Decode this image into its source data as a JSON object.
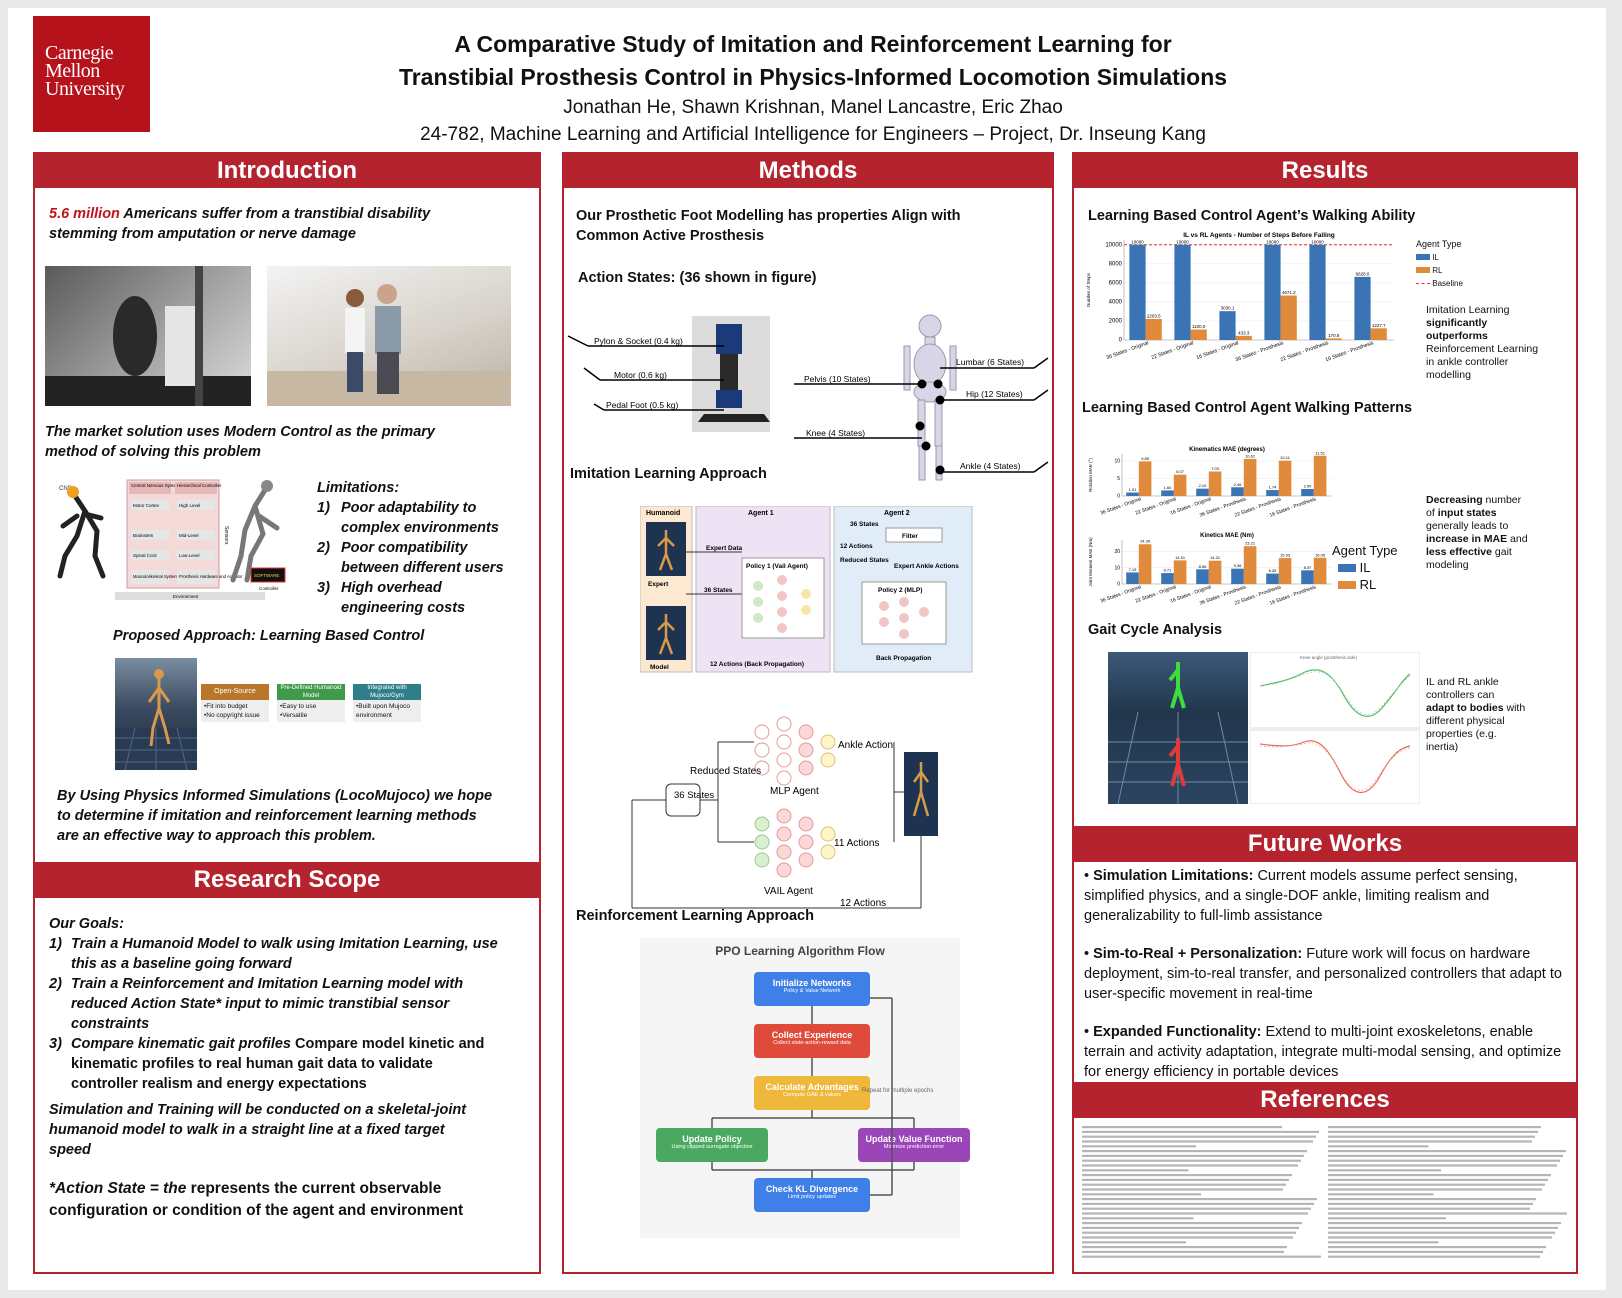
{
  "header": {
    "logo_line1": "Carnegie",
    "logo_line2": "Mellon",
    "logo_line3": "University",
    "title_line1": "A Comparative Study of Imitation and Reinforcement Learning for",
    "title_line2": "Transtibial Prosthesis Control in Physics-Informed Locomotion Simulations",
    "authors": "Jonathan He, Shawn Krishnan, Manel Lancastre, Eric Zhao",
    "course": "24-782, Machine Learning and Artificial Intelligence for Engineers – Project, Dr. Inseung Kang"
  },
  "intro": {
    "heading": "Introduction",
    "stat": "5.6 million",
    "stat_text_1": " Americans suffer from a transtibial disability",
    "stat_text_2": "stemming from amputation or nerve damage",
    "market_1": "The market solution uses Modern Control as the primary",
    "market_2": "method of solving this problem",
    "limitations_title": "Limitations:",
    "limitations": [
      {
        "n": "1)",
        "l1": "Poor adaptability to",
        "l2": "complex environments"
      },
      {
        "n": "2)",
        "l1": " Poor compatibility",
        "l2": "between different users"
      },
      {
        "n": "3)",
        "l1": "High overhead",
        "l2": "engineering costs"
      }
    ],
    "diagram_labels": {
      "cns": "CNS",
      "central": "Central Nervous System",
      "hier": "Hierarchical Controller",
      "motor_cortex": "Motor Cortex",
      "brainstem": "Brainstem",
      "spinal": "Spinal Cord",
      "high": "High Level",
      "mid": "Mid-Level",
      "low": "Low-Level",
      "musculo": "Musculoskeletal System",
      "prosthesis": "Prosthesis Hardware and Actuator",
      "environment": "Environment",
      "sensors": "Sensors",
      "software": "SOFTWARE",
      "controller": "Controller"
    },
    "proposed": "Proposed Approach: Learning Based Control",
    "tags": [
      {
        "title": "Open-Source",
        "b1": "•Fit into budget",
        "b2": "•No copyright issue",
        "color": "#b8772a"
      },
      {
        "title": "Pre-Defined Humanoid Model",
        "b1": "•Easy to use",
        "b2": "•Versatile",
        "color": "#3f9b4a"
      },
      {
        "title": "Integrated with Mujoco/Gym",
        "b1": "•Built upon Mujoco",
        "b2": "environment",
        "color": "#2f7f8a"
      }
    ],
    "closing_1": "By Using  Physics Informed Simulations (LocoMujoco) we hope",
    "closing_2": "to determine if imitation and reinforcement learning methods",
    "closing_3": "are an effective way to approach this problem."
  },
  "scope": {
    "heading": "Research Scope",
    "goals_title": "Our Goals:",
    "goals": [
      {
        "n": "1)",
        "l1": "Train a Humanoid Model to walk using Imitation Learning, use",
        "l2": "this as a baseline going forward",
        "l3": ""
      },
      {
        "n": "2)",
        "l1": "Train a Reinforcement and Imitation Learning model with",
        "l2": "reduced Action State*  input to mimic  transtibial sensor",
        "l3": "constraints"
      }
    ],
    "goal3_n": "3)",
    "goal3_bi": "Compare kinematic gait profiles",
    "goal3_rest": " Compare model kinetic and",
    "goal3_l2": "kinematic profiles to real human gait data to validate",
    "goal3_l3": "controller realism and energy expectations",
    "sim_1": "Simulation  and Training will be conducted on a skeletal-joint",
    "sim_2": "humanoid model to walk in a straight line at a fixed target",
    "sim_3": "speed",
    "def_bi": "*Action State = the",
    "def_b": " represents the current observable",
    "def_b2": "configuration or condition of the agent and environment"
  },
  "methods": {
    "heading": "Methods",
    "intro_1": "Our Prosthetic Foot Modelling has properties Align with",
    "intro_2": "Common Active Prosthesis",
    "action_states": "Action States: (36 shown in figure)",
    "foot_labels": [
      "Pylon & Socket (0.4 kg)",
      "Motor (0.6 kg)",
      "Pedal Foot (0.5 kg)"
    ],
    "body_labels": [
      "Pelvis (10 States)",
      "Knee (4 States)",
      "Lumbar (6 States)",
      "Hip (12 States)",
      "Ankle (4 States)"
    ],
    "il_title": "Imitation Learning Approach",
    "il_diagram": {
      "humanoid": "Humanoid",
      "agent1": "Agent 1",
      "agent2": "Agent 2",
      "expert": "Expert",
      "model": "Model",
      "expert_data": "Expert Data",
      "states36": "36 States",
      "policy1": "Policy 1 (Vail Agent)",
      "actions12": "12 Actions (Back Propagation)",
      "a2_36": "36 States",
      "filter": "Filter",
      "a2_12": "12 Actions",
      "reduced": "Reduced States",
      "expert_ankle": "Expert Ankle Actions",
      "policy2": "Policy 2 (MLP)",
      "backprop": "Back Propagation"
    },
    "mlp_diagram": {
      "ankle_action": "Ankle Action",
      "reduced_states": "Reduced States",
      "mlp_agent": "MLP Agent",
      "states_box": "36 States",
      "actions11": "11 Actions",
      "vail_agent": "VAIL Agent",
      "actions12": "12 Actions"
    },
    "rl_title": "Reinforcement Learning Approach",
    "ppo": {
      "title": "PPO Learning Algorithm Flow",
      "init": "Initialize Networks",
      "init_sub": "Policy & Value Network",
      "collect": "Collect Experience",
      "collect_sub": "Collect state-action-reward data",
      "adv": "Calculate Advantages",
      "adv_sub": "Compute GAE & values",
      "repeat": "Repeat for multiple epochs",
      "update_policy": "Update Policy",
      "update_policy_sub": "Using clipped surrogate objective",
      "update_value": "Update Value Function",
      "update_value_sub": "Minimize prediction error",
      "kl": "Check KL Divergence",
      "kl_sub": "Limit policy updates"
    }
  },
  "results": {
    "heading": "Results",
    "h1": "Learning Based Control Agent’s Walking Ability",
    "legend_title": "Agent Type",
    "legend_il": "IL",
    "legend_rl": "RL",
    "legend_base": "Baseline",
    "note1": [
      "Imitation Learning",
      "significantly",
      "outperforms",
      "Reinforcement Learning",
      "in ankle controller",
      "modelling"
    ],
    "h2": "Learning Based Control Agent Walking Patterns",
    "note2": [
      "Decreasing",
      " number",
      "of ",
      "input states",
      "generally leads to",
      "increase in MAE",
      " and",
      "less effective",
      " gait",
      "modeling"
    ],
    "legend2_title": "Agent Type",
    "h3": "Gait Cycle Analysis",
    "gait_plot_title": "Knee angle (prosthesis side)",
    "note3": [
      "IL and RL ankle",
      "controllers can",
      "adapt to bodies",
      " with",
      "different physical",
      "properties (e.g.",
      "inertia)"
    ]
  },
  "chart_data": [
    {
      "type": "bar",
      "title": "IL vs RL Agents - Number of Steps Before Falling",
      "ylabel": "Number of Steps",
      "categories": [
        "36 States - Original",
        "22 States - Original",
        "16 States - Original",
        "36 States - Prosthesis",
        "22 States - Prosthesis",
        "16 States - Prosthesis"
      ],
      "series": [
        {
          "name": "IL",
          "values": [
            10000,
            10000,
            3030.1,
            10000,
            10000,
            6628.0
          ]
        },
        {
          "name": "RL",
          "values": [
            2203.5,
            1100.0,
            433.3,
            4671.2,
            170.8,
            1227.7
          ]
        }
      ],
      "bar_labels_il": [
        "10000",
        "10000",
        "3030.1",
        "10000",
        "10000",
        "6628.0"
      ],
      "bar_labels_rl": [
        "2203.5",
        "1100.0",
        "433.3",
        "4671.2",
        "170.8",
        "1227.7"
      ],
      "baseline": 10000,
      "yticks": [
        0,
        2000,
        4000,
        6000,
        8000,
        10000
      ],
      "ylim": [
        0,
        10500
      ]
    },
    {
      "type": "bar",
      "title": "Kinematics MAE (degrees)",
      "ylabel": "Rotation MAE (°)",
      "categories": [
        "36 States - Original",
        "22 States - Original",
        "16 States - Original",
        "36 States - Prosthesis",
        "22 States - Prosthesis",
        "16 States - Prosthesis"
      ],
      "series": [
        {
          "name": "IL",
          "values": [
            1.0,
            1.6,
            2.1,
            2.5,
            1.7,
            2.0
          ]
        },
        {
          "name": "RL",
          "values": [
            9.9,
            6.1,
            7.0,
            10.6,
            10.1,
            11.5
          ]
        }
      ],
      "bar_labels_il": [
        "1.01",
        "1.60",
        "2.10",
        "2.46",
        "1.74",
        "2.00"
      ],
      "bar_labels_rl": [
        "9.89",
        "6.07",
        "7.03",
        "10.61",
        "10.11",
        "11.51"
      ],
      "yticks": [
        0,
        5,
        10
      ],
      "ylim": [
        0,
        12
      ]
    },
    {
      "type": "bar",
      "title": "Kinetics MAE (Nm)",
      "ylabel": "Joint Moment MAE (Nm)",
      "categories": [
        "36 States - Original",
        "22 States - Original",
        "16 States - Original",
        "36 States - Prosthesis",
        "22 States - Prosthesis",
        "16 States - Prosthesis"
      ],
      "series": [
        {
          "name": "IL",
          "values": [
            7.1,
            6.7,
            9.0,
            9.4,
            6.4,
            8.4
          ]
        },
        {
          "name": "RL",
          "values": [
            24.4,
            14.5,
            14.3,
            23.2,
            15.9,
            16.1
          ]
        }
      ],
      "bar_labels_il": [
        "7.15",
        "6.71",
        "8.96",
        "9.36",
        "6.35",
        "8.37"
      ],
      "bar_labels_rl": [
        "24.39",
        "14.51",
        "14.31",
        "23.21",
        "15.93",
        "16.05"
      ],
      "yticks": [
        0,
        10,
        20
      ],
      "ylim": [
        0,
        27
      ]
    }
  ],
  "future": {
    "heading": "Future Works",
    "items": [
      {
        "bold": "Simulation Limitations:",
        "text": " Current models assume perfect sensing, simplified physics, and a single-DOF ankle, limiting realism and generalizability to full-limb assistance"
      },
      {
        "bold": "Sim-to-Real + Personalization:",
        "text": " Future work will focus on hardware deployment, sim-to-real transfer, and personalized controllers that adapt to user-specific movement in real-time"
      },
      {
        "bold": "Expanded Functionality:",
        "text": " Extend to multi-joint exoskeletons, enable terrain and activity adaptation, integrate multi-modal sensing, and optimize for energy efficiency in portable devices"
      }
    ]
  },
  "references": {
    "heading": "References"
  },
  "colors": {
    "accent": "#b5232e",
    "il": "#3a74b4",
    "rl": "#e08a3c"
  }
}
